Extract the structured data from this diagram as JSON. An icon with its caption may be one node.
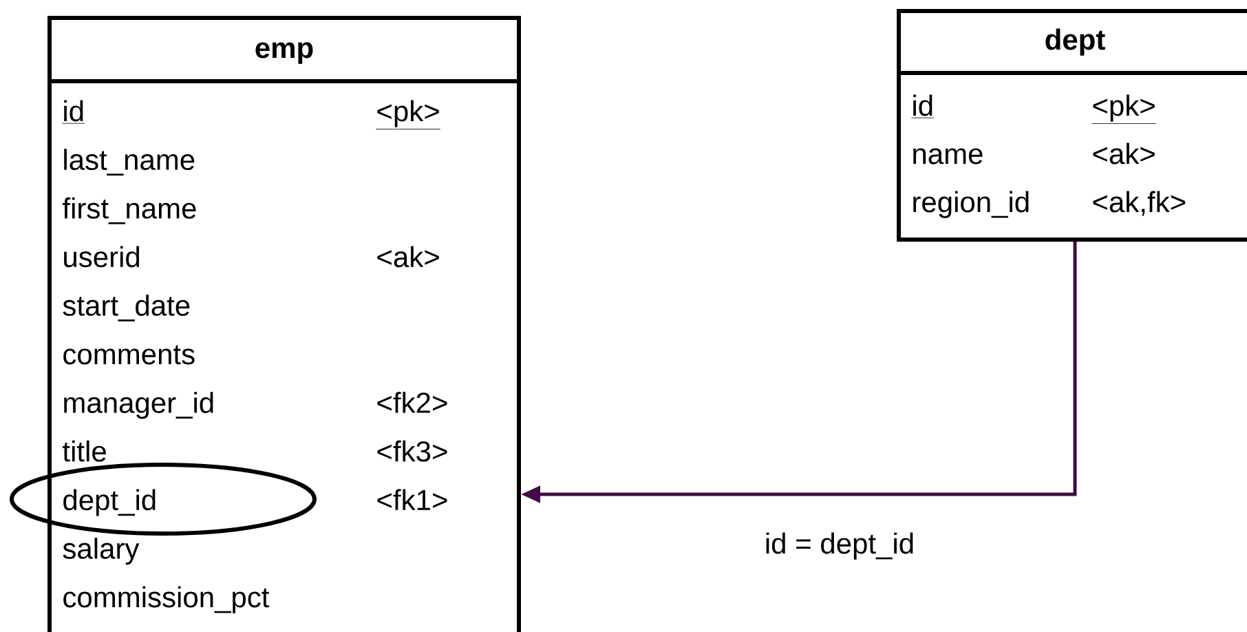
{
  "diagram": {
    "nodes": [
      {
        "text": [
          "emp",
          "id",
          "<pk>",
          "last_name",
          "first_name",
          "userid",
          "<ak>",
          "start_date",
          "comments",
          "manager_id",
          "<fk2>",
          "title",
          "<fk3>",
          "dept_id",
          "<fk1>",
          "salary",
          "commission_pct"
        ]
      },
      {
        "text": [
          "dept",
          "id",
          "<pk>",
          "name",
          "<ak>",
          "region_id",
          "<ak,fk>"
        ]
      }
    ],
    "edges": [
      {
        "from": 1,
        "to": 0,
        "arrow": "to",
        "label": "id = dept_id",
        "color": "#450a45"
      }
    ]
  }
}
